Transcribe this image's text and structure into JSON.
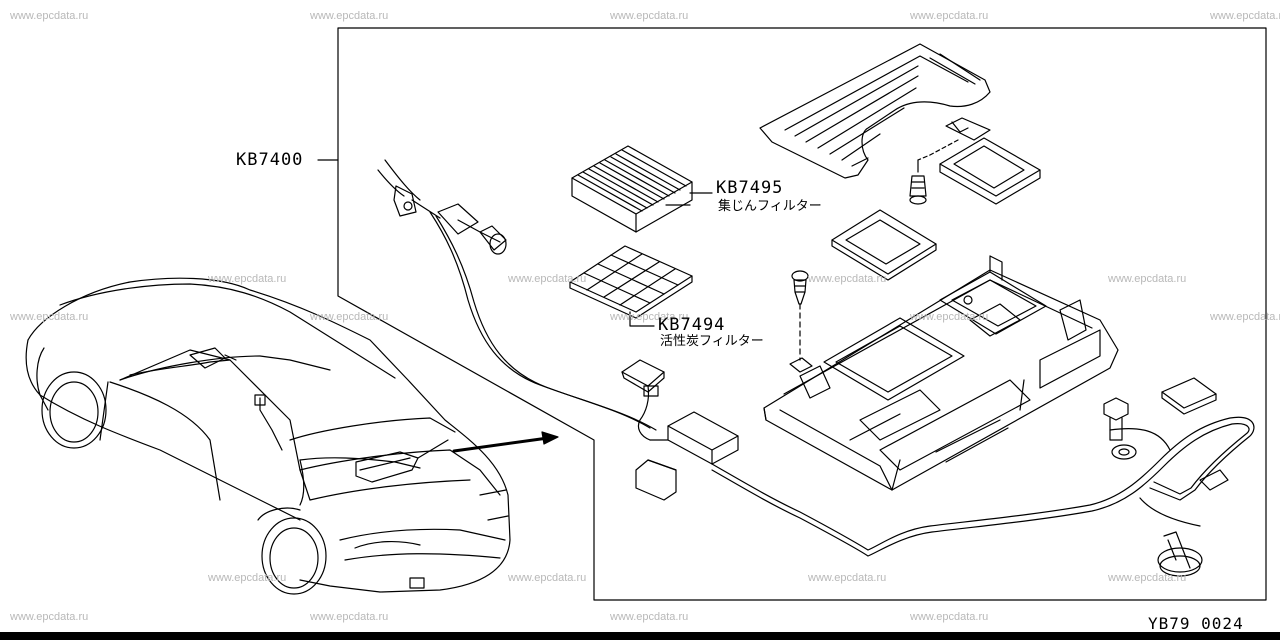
{
  "watermark": "www.epcdata.ru",
  "main_part": {
    "code": "KB7400"
  },
  "parts": [
    {
      "code": "KB7495",
      "name": "集じんフィルター"
    },
    {
      "code": "KB7494",
      "name": "活性炭フィルター"
    }
  ],
  "figure_code": "YB79 0024"
}
